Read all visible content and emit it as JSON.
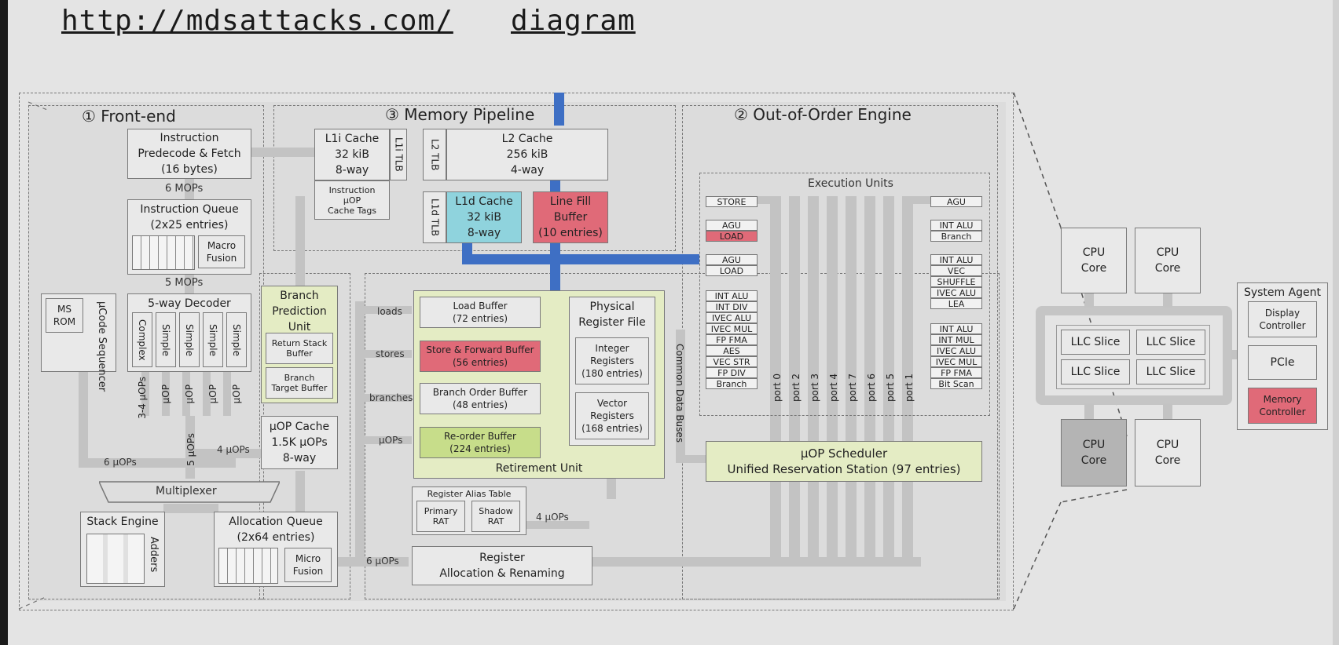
{
  "header": {
    "url": "http://mdsattacks.com/",
    "title": "diagram"
  },
  "sections": {
    "front_end": "① Front-end",
    "memory_pipeline": "③ Memory Pipeline",
    "ooo_engine": "② Out-of-Order Engine"
  },
  "front_end": {
    "fetch": [
      "Instruction",
      "Predecode & Fetch",
      "(16 bytes)"
    ],
    "mops6": "6 MOPs",
    "iq": [
      "Instruction Queue",
      "(2x25 entries)"
    ],
    "macro_fusion": [
      "Macro",
      "Fusion"
    ],
    "mops5": "5 MOPs",
    "decoder": "5-way Decoder",
    "decoders": [
      "Complex",
      "Simple",
      "Simple",
      "Simple",
      "Simple"
    ],
    "ms_rom": [
      "MS",
      "ROM"
    ],
    "ucode_seq": "μCode Sequencer",
    "uop_labels": [
      "3-4 μOPs",
      "μOP",
      "μOP",
      "μOP",
      "μOP"
    ],
    "bpu": [
      "Branch",
      "Prediction",
      "Unit"
    ],
    "rsb": [
      "Return Stack",
      "Buffer"
    ],
    "btb": [
      "Branch",
      "Target Buffer"
    ],
    "uop_cache": [
      "μOP Cache",
      "1.5K μOPs",
      "8-way"
    ],
    "five_uops": "5 μOPs",
    "four_uops": "4 μOPs",
    "six_uops": "6 μOPs",
    "mux": "Multiplexer",
    "stack_engine": "Stack Engine",
    "adders": "Adders",
    "alloc_q": [
      "Allocation Queue",
      "(2x64 entries)"
    ],
    "micro_fusion": [
      "Micro",
      "Fusion"
    ],
    "six_uops_b": "6 μOPs"
  },
  "memory": {
    "l1i": [
      "L1i Cache",
      "32 kiB",
      "8-way"
    ],
    "l1i_tlb": "L1i TLB",
    "uop_tags": [
      "Instruction",
      "μOP",
      "Cache Tags"
    ],
    "l2_tlb": "L2 TLB",
    "l2": [
      "L2 Cache",
      "256 kiB",
      "4-way"
    ],
    "l1d_tlb": "L1d TLB",
    "l1d": [
      "L1d Cache",
      "32 kiB",
      "8-way"
    ],
    "lfb": [
      "Line Fill",
      "Buffer",
      "(10 entries)"
    ]
  },
  "ooo": {
    "load_buffer": [
      "Load Buffer",
      "(72 entries)"
    ],
    "sfb": [
      "Store & Forward Buffer",
      "(56 entries)"
    ],
    "bob": [
      "Branch Order Buffer",
      "(48 entries)"
    ],
    "rob": [
      "Re-order Buffer",
      "(224 entries)"
    ],
    "retirement": "Retirement Unit",
    "prf": [
      "Physical",
      "Register File"
    ],
    "int_regs": [
      "Integer",
      "Registers",
      "(180 entries)"
    ],
    "vec_regs": [
      "Vector",
      "Registers",
      "(168 entries)"
    ],
    "side_labels": [
      "loads",
      "stores",
      "branches",
      "μOPs"
    ],
    "rat": "Register Alias Table",
    "primary_rat": [
      "Primary",
      "RAT"
    ],
    "shadow_rat": [
      "Shadow",
      "RAT"
    ],
    "four_uops": "4 μOPs",
    "rename": [
      "Register",
      "Allocation & Renaming"
    ],
    "cdb": "Common Data Buses",
    "exec_title": "Execution Units",
    "scheduler": [
      "μOP Scheduler",
      "Unified Reservation Station (97 entries)"
    ],
    "ports": [
      "port 0",
      "port 2",
      "port 3",
      "port 4",
      "port 7",
      "port 6",
      "port 5",
      "port 1"
    ],
    "eu_left": {
      "store": "STORE",
      "agu1": "AGU",
      "load1": "LOAD",
      "agu2": "AGU",
      "load2": "LOAD",
      "p0": [
        "INT ALU",
        "INT DIV",
        "IVEC ALU",
        "IVEC MUL",
        "FP FMA",
        "AES",
        "VEC STR",
        "FP DIV",
        "Branch"
      ]
    },
    "eu_right": {
      "agu": "AGU",
      "p6": [
        "INT ALU",
        "Branch"
      ],
      "p5": [
        "INT ALU",
        "VEC",
        "SHUFFLE",
        "IVEC ALU",
        "LEA"
      ],
      "p1": [
        "INT ALU",
        "INT MUL",
        "IVEC ALU",
        "IVEC MUL",
        "FP FMA",
        "Bit Scan"
      ]
    }
  },
  "chip": {
    "cpu_core": "CPU Core",
    "llc_slice": "LLC Slice",
    "system_agent": "System Agent",
    "display": [
      "Display",
      "Controller"
    ],
    "pcie": "PCIe",
    "memctl": [
      "Memory",
      "Controller"
    ]
  }
}
